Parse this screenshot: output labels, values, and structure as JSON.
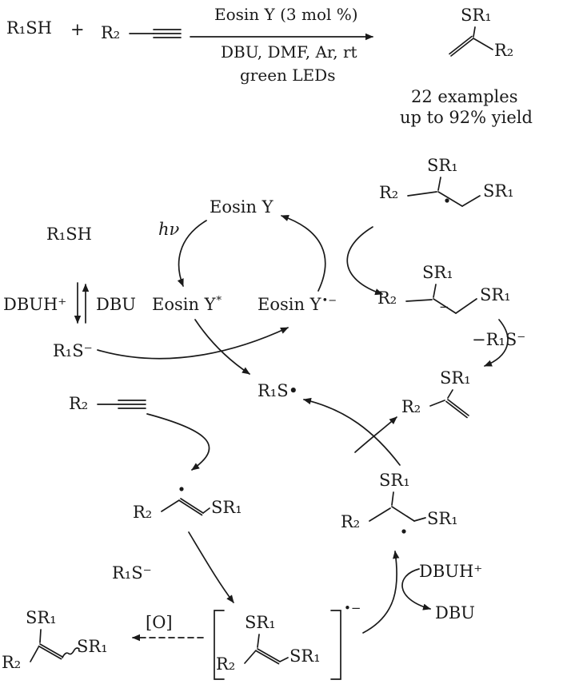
{
  "scheme": {
    "thiol": "R₁SH",
    "plus": "+",
    "alkyne_r": "R₂",
    "conditions_line1": "Eosin Y (3 mol %)",
    "conditions_line2": "DBU, DMF, Ar, rt",
    "conditions_line3": "green LEDs",
    "product_sr1": "SR₁",
    "product_r2": "R₂",
    "examples": "22 examples",
    "yield": "up to 92% yield"
  },
  "mechanism": {
    "eosin_y": "Eosin Y",
    "hv": "hν",
    "eosin_star": {
      "base": "Eosin Y",
      "sup": "*"
    },
    "eosin_radical_anion": {
      "base": "Eosin Y",
      "sup": "•−"
    },
    "thiol": "R₁SH",
    "dbuh": "DBUH⁺",
    "dbu": "DBU",
    "thiolate": "R₁S⁻",
    "thiyl_radical": "R₁S•",
    "alkyne_r": "R₂",
    "minus_thiolate": "−R₁S⁻",
    "thiolate_label": "R₁S⁻",
    "dbuh_label": "DBUH⁺",
    "dbu_label": "DBU",
    "oxidant": "[O]",
    "radical_anion_sup": "•−",
    "bis_adduct_radical": {
      "sr1_top": "SR₁",
      "r2": "R₂",
      "sr1_right": "SR₁"
    },
    "carbanion": {
      "sr1_top": "SR₁",
      "r2": "R₂",
      "charge": "−",
      "sr1_right": "SR₁"
    },
    "vinyl_sulfide": {
      "sr1": "SR₁",
      "r2": "R₂"
    },
    "vinyl_radical": {
      "r2": "R₂",
      "sr1": "SR₁"
    },
    "beta_thio_radical": {
      "sr1_top": "SR₁",
      "r2": "R₂",
      "sr1_right": "SR₁"
    },
    "adduct_radical_anion": {
      "sr1_top": "SR₁",
      "r2": "R₂",
      "sr1_right": "SR₁"
    },
    "final_product": {
      "sr1_top": "SR₁",
      "r2": "R₂",
      "sr1_right": "SR₁"
    }
  }
}
